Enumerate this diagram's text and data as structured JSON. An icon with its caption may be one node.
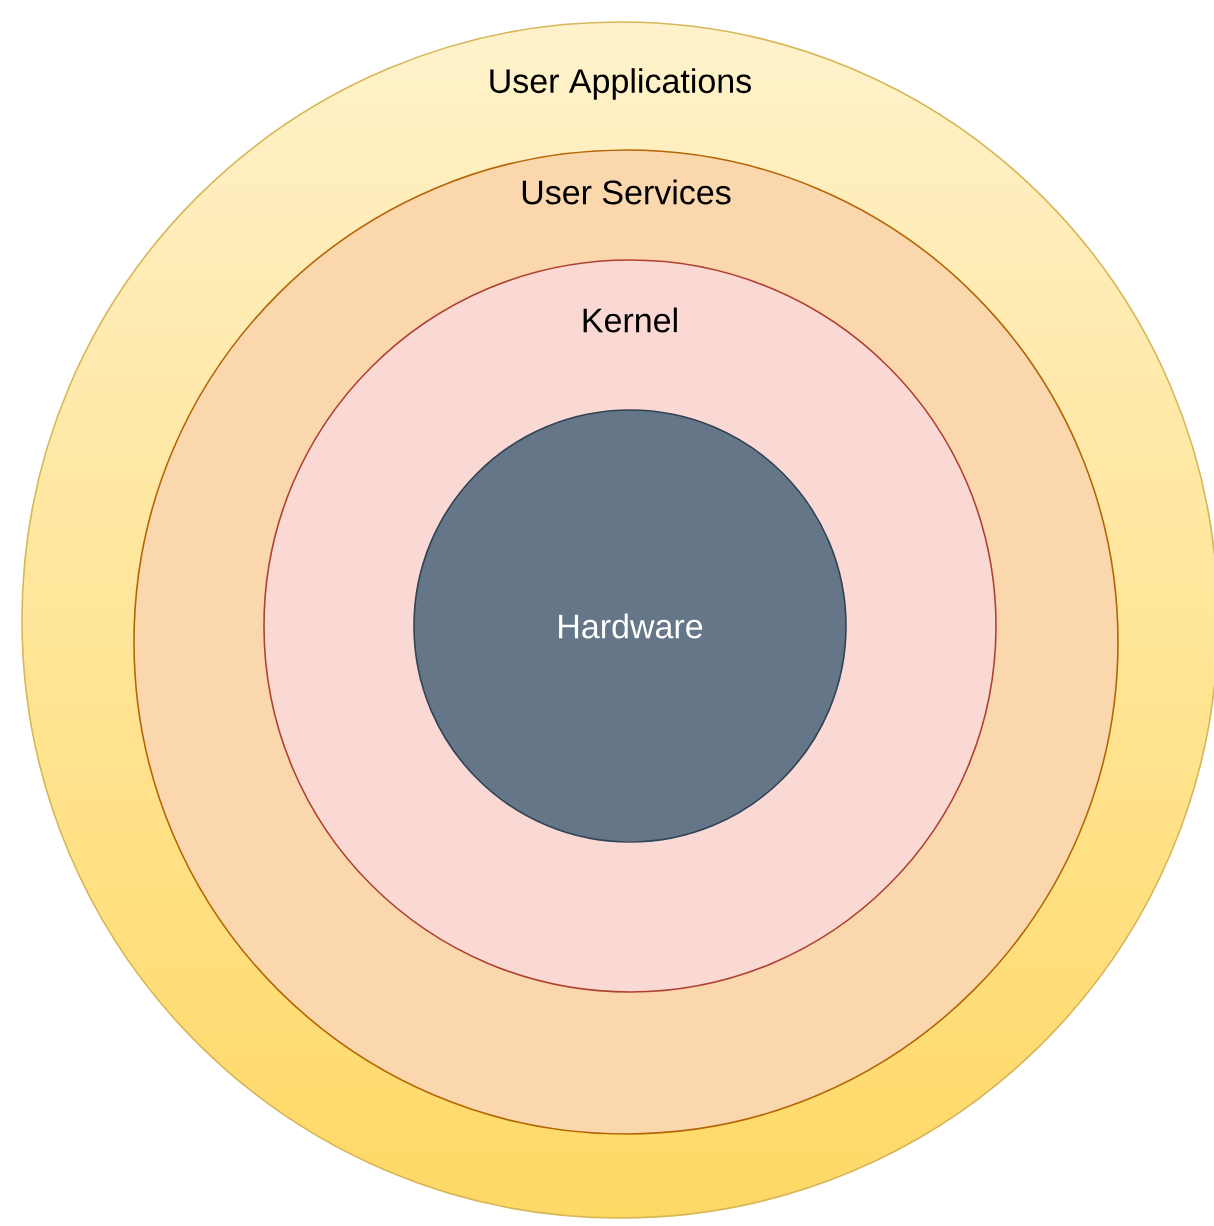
{
  "diagram": {
    "nodes": [
      {
        "text": [
          "User Applications"
        ]
      },
      {
        "text": [
          "User Services"
        ],
        "in": 0
      },
      {
        "text": [
          "Kernel"
        ],
        "in": 1
      },
      {
        "text": [
          "Hardware"
        ],
        "in": 2
      }
    ]
  }
}
